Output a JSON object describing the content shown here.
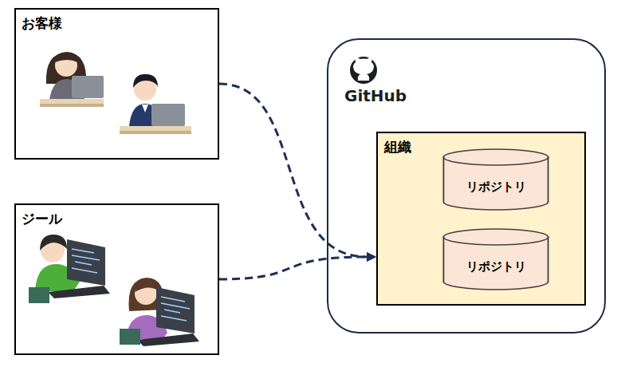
{
  "diagram": {
    "nodes": [
      {
        "text": [
          "お客様"
        ]
      },
      {
        "text": [
          "ジール"
        ]
      },
      {
        "text": [
          "GitHub"
        ]
      },
      {
        "text": [
          "組織"
        ],
        "in": 2
      },
      {
        "text": [
          "リポジトリ"
        ],
        "in": 3
      },
      {
        "text": [
          "リポジトリ"
        ],
        "in": 3
      }
    ],
    "edges": [
      {
        "from": 0,
        "to": 3,
        "arrow": "to"
      },
      {
        "from": 1,
        "to": 3,
        "arrow": "to"
      }
    ]
  }
}
